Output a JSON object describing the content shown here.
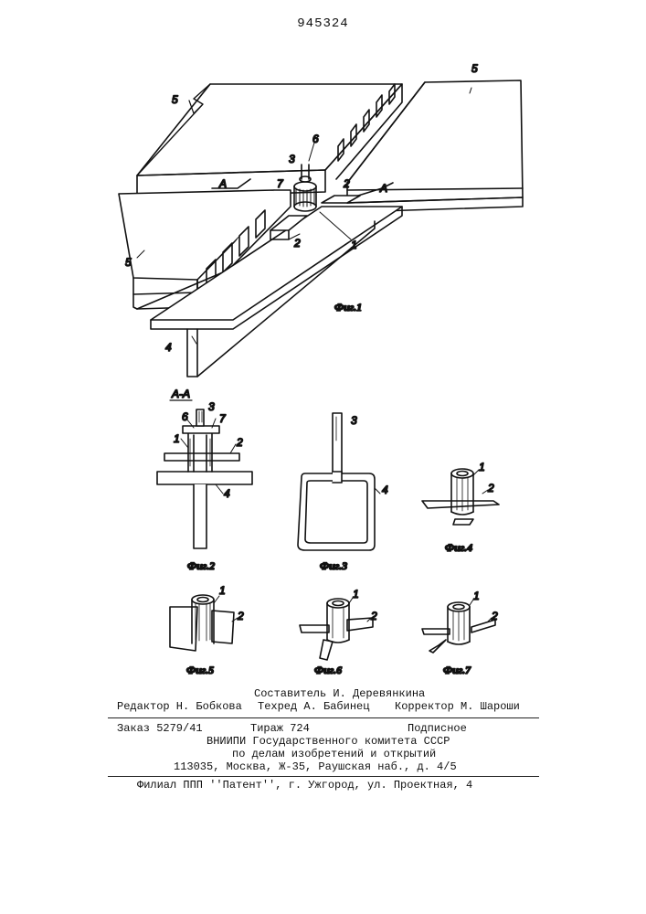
{
  "patent_number": "945324",
  "figure_captions": [
    "Фиг.1",
    "Фиг.2",
    "Фиг.3",
    "Фиг.4",
    "Фиг.5",
    "Фиг.6",
    "Фиг.7"
  ],
  "section_label": "А-А",
  "part_labels": {
    "n1": "1",
    "n2": "2",
    "n3": "3",
    "n4": "4",
    "n5": "5",
    "n6": "6",
    "n7": "7",
    "a": "А"
  },
  "imprint": {
    "compiler": "Составитель И. Деревянкина",
    "editor": "Редактор Н. Бобкова",
    "techred": "Техред А. Бабинец",
    "corrector": "Корректор М. Шароши",
    "order": "Заказ 5279/41",
    "circulation": "Тираж 724",
    "subscription": "Подписное",
    "org_line1": "ВНИИПИ Государственного комитета СССР",
    "org_line2": "по делам изобретений и открытий",
    "address": "113035, Москва, Ж-35, Раушская наб., д. 4/5",
    "branch": "Филиал ППП ''Патент'', г. Ужгород, ул. Проектная, 4"
  }
}
